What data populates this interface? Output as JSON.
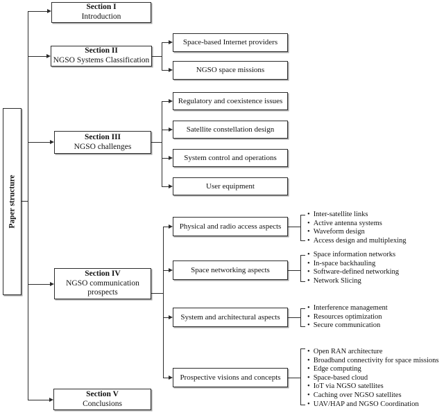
{
  "figure_label": "Paper structure",
  "colors": {
    "line": "#2b2b2b",
    "box_border": "#2b2b2b",
    "box_shadow": "#a3a3a3",
    "background": "#ffffff",
    "text": "#111111"
  },
  "sections": [
    {
      "title": "Section I",
      "subtitle": "Introduction"
    },
    {
      "title": "Section II",
      "subtitle": "NGSO Systems Classification"
    },
    {
      "title": "Section III",
      "subtitle": "NGSO challenges"
    },
    {
      "title": "Section IV",
      "subtitle": "NGSO communication prospects"
    },
    {
      "title": "Section V",
      "subtitle": "Conclusions"
    }
  ],
  "s2_children": [
    "Space-based Internet providers",
    "NGSO space missions"
  ],
  "s3_children": [
    "Regulatory and coexistence issues",
    "Satellite constellation design",
    "System control and operations",
    "User equipment"
  ],
  "s4_children": [
    {
      "label": "Physical and radio access aspects",
      "bullets": [
        "Inter-satellite links",
        "Active antenna systems",
        "Waveform design",
        "Access design and multiplexing"
      ]
    },
    {
      "label": "Space networking aspects",
      "bullets": [
        "Space information networks",
        "In-space backhauling",
        "Software-defined networking",
        "Network Slicing"
      ]
    },
    {
      "label": "System and architectural aspects",
      "bullets": [
        "Interference management",
        "Resources optimization",
        "Secure communication"
      ]
    },
    {
      "label": "Prospective visions and concepts",
      "bullets": [
        "Open RAN architecture",
        "Broadband connectivity for space missions",
        "Edge computing",
        "Space-based cloud",
        "IoT via NGSO satellites",
        "Caching over NGSO satellites",
        "UAV/HAP and NGSO Coordination"
      ]
    }
  ]
}
